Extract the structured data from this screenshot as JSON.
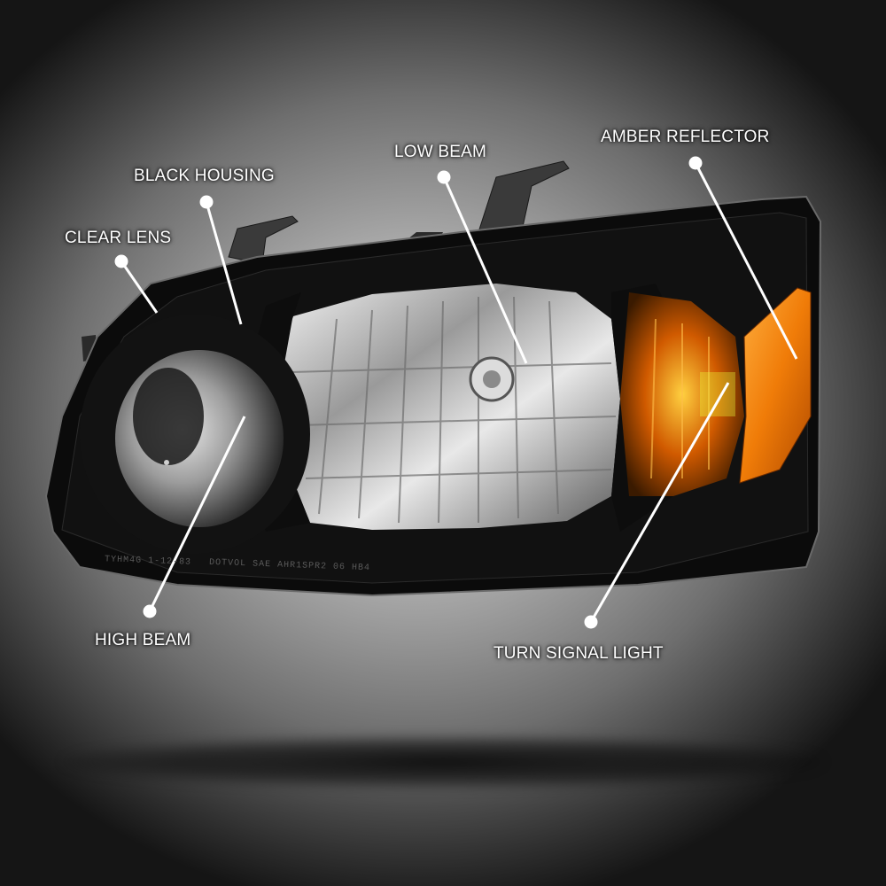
{
  "callouts": {
    "clear_lens": "CLEAR LENS",
    "black_housing": "BLACK HOUSING",
    "low_beam": "LOW BEAM",
    "amber_reflector": "AMBER REFLECTOR",
    "high_beam": "HIGH BEAM",
    "turn_signal_light": "TURN SIGNAL LIGHT"
  },
  "housing_stamp": {
    "left": "TYHM4G 1-12-83",
    "right": "DOTVOL SAE AHR1SPR2 06 HB4"
  },
  "colors": {
    "background_center": "#d2d2d2",
    "background_edge": "#151515",
    "housing": "#0d0d0d",
    "amber": "#f08a10",
    "callout_line": "#ffffff"
  }
}
